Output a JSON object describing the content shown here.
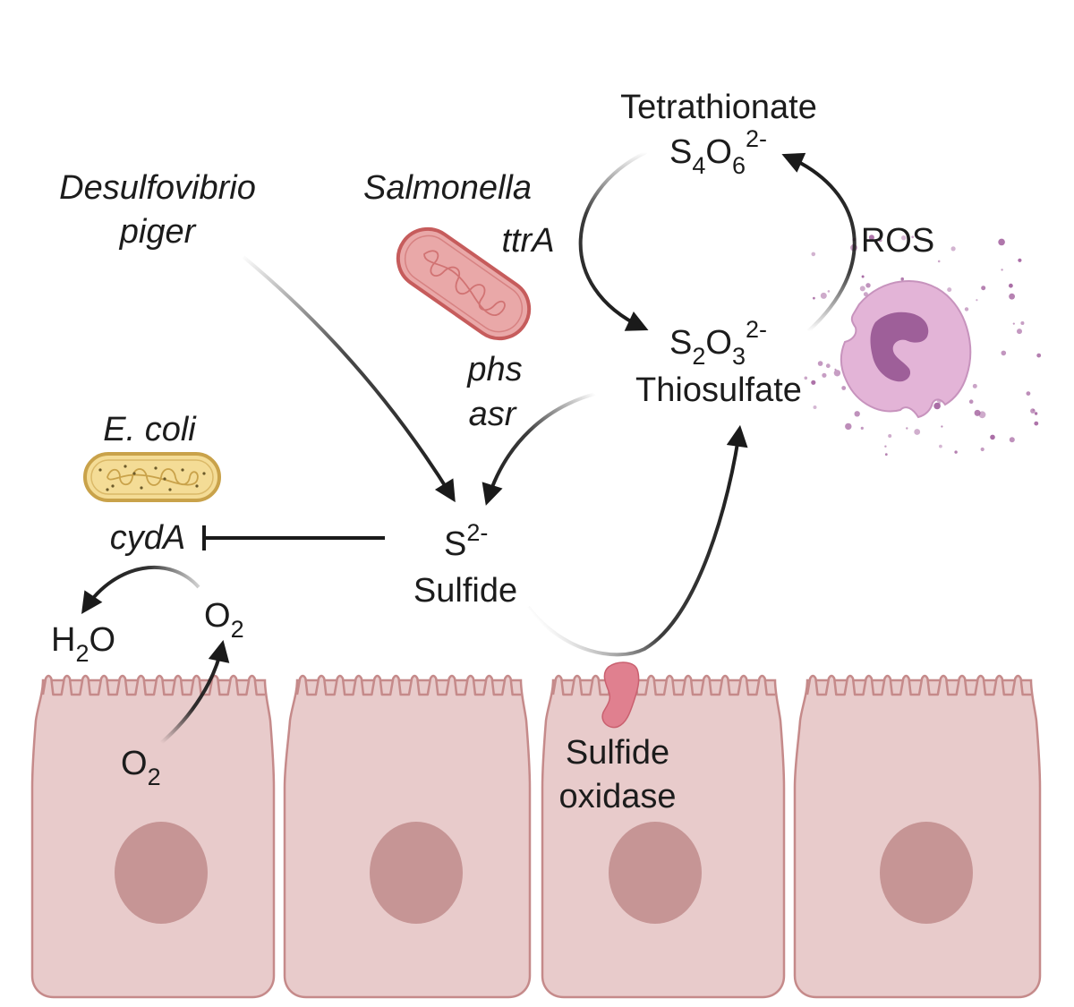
{
  "labels": {
    "tetrathionate": "Tetrathionate",
    "tetrathionate_formula": {
      "s": "S",
      "s_sub": "4",
      "o": "O",
      "o_sub": "6",
      "charge": "2-"
    },
    "thiosulfate": "Thiosulfate",
    "thiosulfate_formula": {
      "s": "S",
      "s_sub": "2",
      "o": "O",
      "o_sub": "3",
      "charge": "2-"
    },
    "sulfide": "Sulfide",
    "sulfide_formula": {
      "s": "S",
      "charge": "2-"
    },
    "ros": "ROS",
    "desulfovibrio_line1": "Desulfovibrio",
    "desulfovibrio_line2": "piger",
    "salmonella": "Salmonella",
    "ttrA": "ttrA",
    "phs": "phs",
    "asr": "asr",
    "ecoli": "E. coli",
    "cydA": "cydA",
    "water": {
      "h": "H",
      "h_sub": "2",
      "o": "O"
    },
    "oxygen_lumen": {
      "o": "O",
      "o_sub": "2"
    },
    "oxygen_cell": {
      "o": "O",
      "o_sub": "2"
    },
    "sulfide_oxidase_line1": "Sulfide",
    "sulfide_oxidase_line2": "oxidase"
  },
  "colors": {
    "text": "#1c1c1c",
    "arrow": "#1a1a1a",
    "epithelial_cell": "#e8cbcb",
    "cell_outline": "#c58a8a",
    "nucleus": "#c69595",
    "sulfide_oxidase_enzyme": "#e0808f",
    "salmonella_body": "#e9a8a8",
    "salmonella_outline": "#c65c5c",
    "ecoli_body": "#f4dc96",
    "ecoli_outline": "#c9a24a",
    "neutrophil": "#e3b4d7",
    "neutrophil_nucleus": "#9e5f99",
    "ros_dots": "#a4639f"
  },
  "icons": {
    "salmonella": "salmonella-bacterium-icon",
    "ecoli": "ecoli-bacterium-icon",
    "neutrophil": "neutrophil-cell-icon",
    "enzyme": "sulfide-oxidase-enzyme-icon"
  }
}
